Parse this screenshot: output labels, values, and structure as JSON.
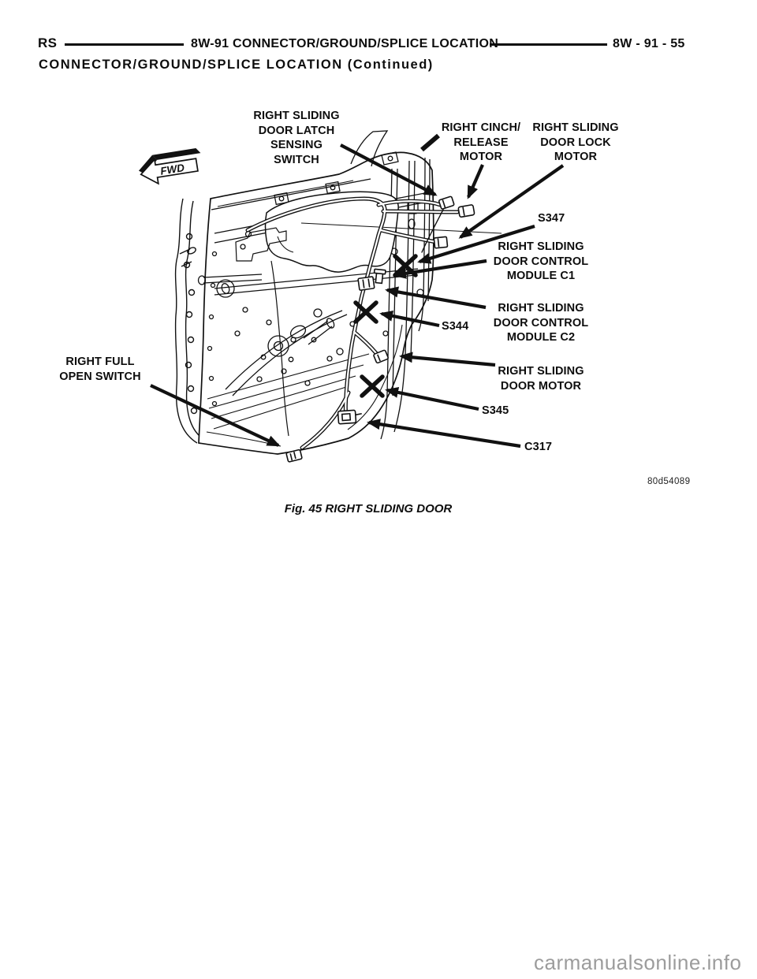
{
  "header": {
    "model_code": "RS",
    "section_title": "8W-91 CONNECTOR/GROUND/SPLICE LOCATION",
    "page_number": "8W - 91 - 55",
    "subtitle": "CONNECTOR/GROUND/SPLICE LOCATION (Continued)"
  },
  "figure": {
    "fwd_label": "FWD",
    "callouts": {
      "latch_switch": "RIGHT SLIDING\nDOOR LATCH\nSENSING\nSWITCH",
      "cinch_motor": "RIGHT CINCH/\nRELEASE\nMOTOR",
      "lock_motor": "RIGHT SLIDING\nDOOR LOCK\nMOTOR",
      "s347": "S347",
      "module_c1": "RIGHT SLIDING\nDOOR CONTROL\nMODULE C1",
      "module_c2": "RIGHT SLIDING\nDOOR CONTROL\nMODULE C2",
      "s344": "S344",
      "full_open_switch": "RIGHT FULL\nOPEN SWITCH",
      "door_motor": "RIGHT SLIDING\nDOOR MOTOR",
      "s345": "S345",
      "c317": "C317"
    },
    "image_id": "80d54089",
    "caption": "Fig. 45 RIGHT SLIDING DOOR"
  },
  "watermark": "carmanualsonline.info"
}
